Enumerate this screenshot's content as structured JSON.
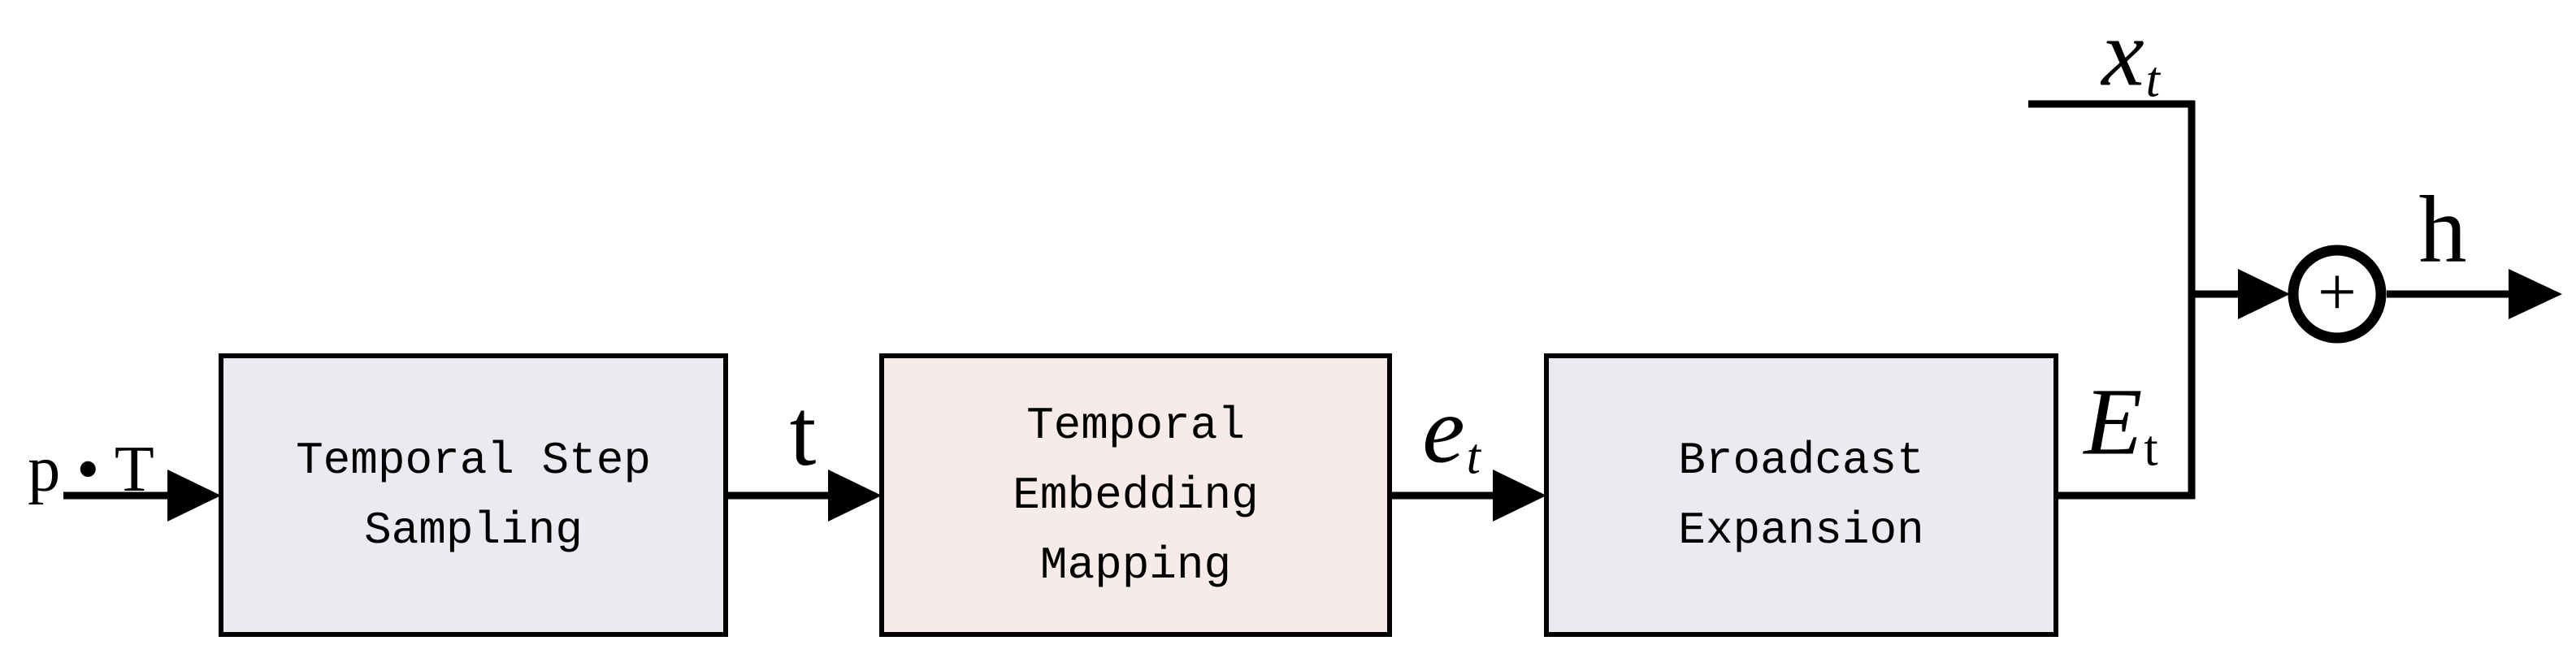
{
  "diagram": {
    "background": "#ffffff",
    "line_color": "#000000",
    "nodes": [
      {
        "name": "temporal-step-sampling",
        "line1": "Temporal Step",
        "line2": "Sampling",
        "line3": "",
        "fill": "#ECE9F1",
        "border": "#000000"
      },
      {
        "name": "temporal-embedding-mapping",
        "line1": "Temporal",
        "line2": "Embedding",
        "line3": "Mapping",
        "fill": "#F6EBE8",
        "border": "#000000"
      },
      {
        "name": "broadcast-expansion",
        "line1": "Broadcast",
        "line2": "Expansion",
        "line3": "",
        "fill": "#ECE9F1",
        "border": "#000000"
      }
    ],
    "labels": {
      "input": "p • T",
      "t": "t",
      "e_base": "e",
      "e_sub": "t",
      "x_base": "x",
      "x_sub": "t",
      "E_base": "E",
      "E_sub": "t",
      "h": "h",
      "sum_operator": "+"
    },
    "edges": [
      {
        "from": "input",
        "to": "temporal-step-sampling",
        "label": "p • T"
      },
      {
        "from": "temporal-step-sampling",
        "to": "temporal-embedding-mapping",
        "label": "t"
      },
      {
        "from": "temporal-embedding-mapping",
        "to": "broadcast-expansion",
        "label": "e_t"
      },
      {
        "from": "broadcast-expansion",
        "to": "sum-node",
        "label": "E_t"
      },
      {
        "from": "x-input",
        "to": "sum-node",
        "label": "x_t"
      },
      {
        "from": "sum-node",
        "to": "output",
        "label": "h"
      }
    ]
  }
}
